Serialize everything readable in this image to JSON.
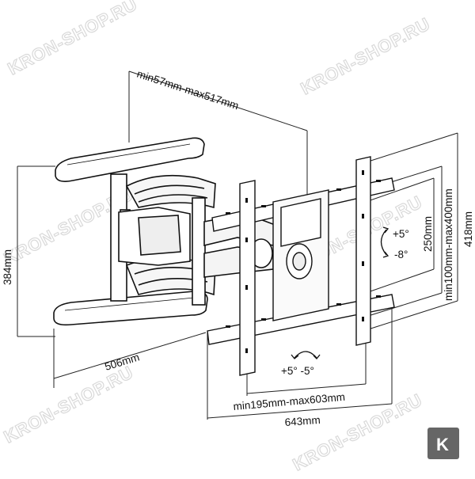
{
  "watermark": "KRON-SHOP.RU",
  "badge_letter": "K",
  "dimensions": {
    "extension": "min57mm-max517mm",
    "arm_height": "384mm",
    "arm_width": "506mm",
    "vesa_vertical": "250mm",
    "vesa_vertical_range": "min100mm-max400mm",
    "plate_height": "418mm",
    "vesa_horizontal_range": "min195mm-max603mm",
    "plate_width": "643mm"
  },
  "tilt": {
    "up": "+5°",
    "down": "-8°"
  },
  "swivel": {
    "label": "+5° -5°"
  }
}
